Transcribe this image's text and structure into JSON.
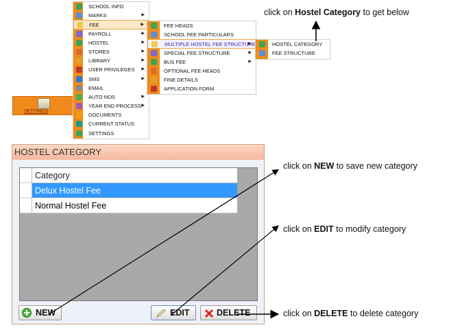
{
  "settings_tile": {
    "label": "SETTINGS"
  },
  "menu_main": [
    {
      "label": "SCHOOL INFO",
      "icon": "school-icon",
      "submenu": false
    },
    {
      "label": "MARKS",
      "icon": "marks-icon",
      "submenu": true
    },
    {
      "label": "FEE",
      "icon": "fee-icon",
      "submenu": true,
      "highlighted": true
    },
    {
      "label": "PAYROLL",
      "icon": "payroll-icon",
      "submenu": true
    },
    {
      "label": "HOSTEL",
      "icon": "hostel-icon",
      "submenu": true
    },
    {
      "label": "STORES",
      "icon": "stores-icon",
      "submenu": true
    },
    {
      "label": "LIBRARY",
      "icon": "library-icon",
      "submenu": true
    },
    {
      "label": "USER PRIVILEGES",
      "icon": "users-icon",
      "submenu": true
    },
    {
      "label": "SMS",
      "icon": "sms-icon",
      "submenu": true
    },
    {
      "label": "EMAIL",
      "icon": "email-icon",
      "submenu": false
    },
    {
      "label": "AUTO NOS",
      "icon": "auto-nos-icon",
      "submenu": true
    },
    {
      "label": "YEAR END PROCESS",
      "icon": "year-end-icon",
      "submenu": true
    },
    {
      "label": "DOCUMENTS",
      "icon": "documents-icon",
      "submenu": false
    },
    {
      "label": "CURRENT STATUS",
      "icon": "status-icon",
      "submenu": false
    },
    {
      "label": "SETTINGS",
      "icon": "settings-icon",
      "submenu": false
    }
  ],
  "menu_fee": [
    {
      "label": "FEE HEADS",
      "submenu": false
    },
    {
      "label": "SCHOOL FEE PARTICULARS",
      "submenu": false
    },
    {
      "label": "MULTIPLE HOSTEL FEE STRUCTURE",
      "submenu": true,
      "highlighted": true
    },
    {
      "label": "SPECIAL FEE STRUCTURE",
      "submenu": true
    },
    {
      "label": "BUS FEE",
      "submenu": true
    },
    {
      "label": "OPTIONAL FEE HEADS",
      "submenu": false
    },
    {
      "label": "FINE DETAILS",
      "submenu": false
    },
    {
      "label": "APPLICATION FORM",
      "submenu": false
    }
  ],
  "menu_hostel": [
    {
      "label": "HOSTEL CATEGORY"
    },
    {
      "label": "FEE STRUCTURE"
    }
  ],
  "notes": {
    "top": {
      "pre": "click on ",
      "bold": "Hostel Category",
      "post": " to get below"
    },
    "new": {
      "pre": "click on ",
      "bold": "NEW",
      "post": "  to save new category"
    },
    "edit": {
      "pre": "click on ",
      "bold": "EDIT",
      "post": "  to modify category"
    },
    "delete": {
      "pre": "click on ",
      "bold": "DELETE",
      "post": "  to delete category"
    }
  },
  "window": {
    "title": "HOSTEL CATEGORY",
    "column_header": "Category",
    "rows": [
      "Delux Hostel Fee",
      "Normal Hostel Fee"
    ],
    "buttons": {
      "new": "NEW",
      "edit": "EDIT",
      "delete": "DELETE"
    }
  },
  "colors": {
    "accent": "#f28b17",
    "selection": "#3399ff",
    "title_bar": "#f6b79b"
  }
}
